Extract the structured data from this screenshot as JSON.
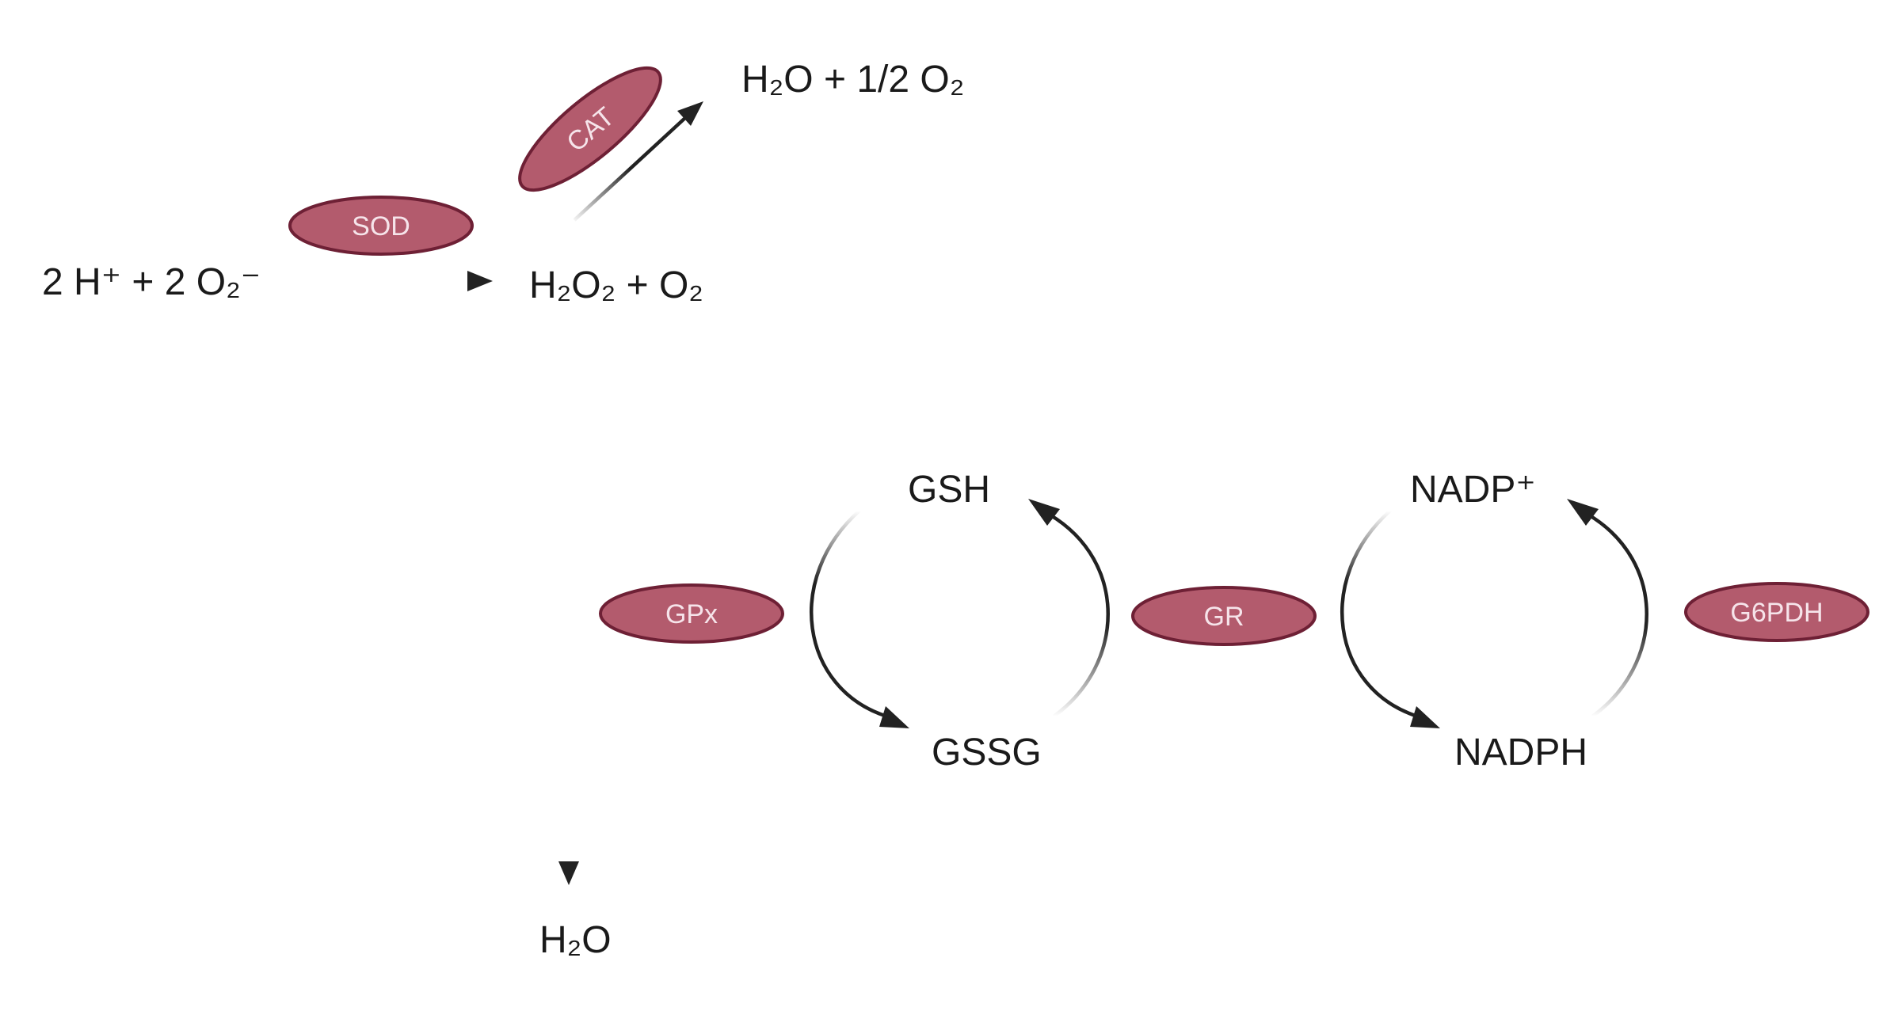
{
  "molecules": {
    "superoxide": "2 H⁺ + 2 O₂⁻",
    "h2o2_o2": "H₂O₂ + O₂",
    "water_oxygen": "H₂O + 1/2 O₂",
    "water": "H₂O",
    "gsh": "GSH",
    "gssg": "GSSG",
    "nadp": "NADP⁺",
    "nadph": "NADPH"
  },
  "enzymes": {
    "sod": "SOD",
    "cat": "CAT",
    "gpx": "GPx",
    "gr": "GR",
    "g6pdh": "G6PDH"
  },
  "colors": {
    "enzyme_fill": "#b35b6d",
    "enzyme_stroke": "#6e2035",
    "enzyme_text": "#f6e4ea",
    "arrow": "#222222"
  }
}
